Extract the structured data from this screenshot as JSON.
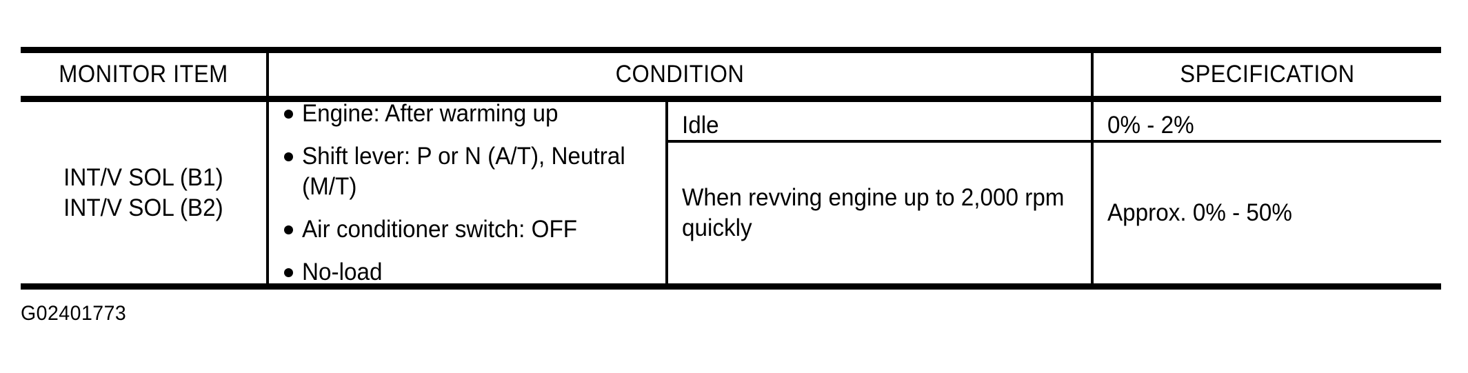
{
  "table": {
    "headers": {
      "monitor_item": "MONITOR ITEM",
      "condition": "CONDITION",
      "specification": "SPECIFICATION"
    },
    "monitor_items": [
      "INT/V SOL (B1)",
      "INT/V SOL (B2)"
    ],
    "conditions": [
      "Engine: After warming up",
      "Shift lever: P or N (A/T), Neutral (M/T)",
      "Air conditioner switch: OFF",
      "No-load"
    ],
    "rows": [
      {
        "detail": "Idle",
        "specification": "0% - 2%"
      },
      {
        "detail": "When revving engine up to 2,000 rpm quickly",
        "specification": "Approx. 0% - 50%"
      }
    ]
  },
  "figure": {
    "id": "G02401773"
  },
  "colors": {
    "rule": "#000000",
    "text": "#000000",
    "background": "#ffffff"
  }
}
